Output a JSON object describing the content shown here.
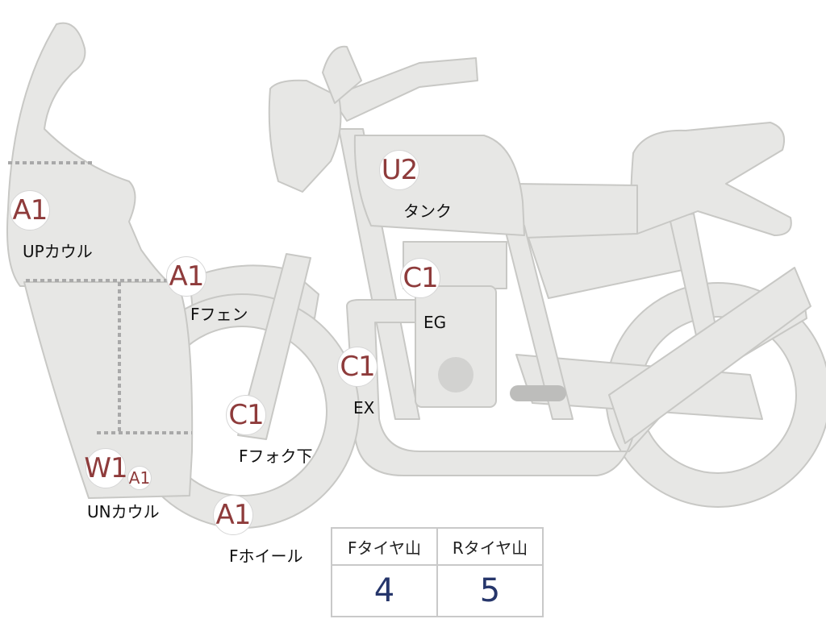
{
  "colors": {
    "body_fill": "#e7e7e5",
    "body_stroke": "#c8c8c5",
    "rating_text": "#8e3b3b",
    "value_text": "#26366b",
    "dotted_line": "#a9a9a9"
  },
  "parts": [
    {
      "id": "up-cowl",
      "grade": "A1",
      "label": "UPカウル"
    },
    {
      "id": "front-fender",
      "grade": "A1",
      "label": "Fフェン"
    },
    {
      "id": "tank",
      "grade": "U2",
      "label": "タンク"
    },
    {
      "id": "engine",
      "grade": "C1",
      "label": "EG"
    },
    {
      "id": "exhaust",
      "grade": "C1",
      "label": "EX"
    },
    {
      "id": "front-fork-lower",
      "grade": "C1",
      "label": "Fフォク下"
    },
    {
      "id": "under-cowl",
      "grade": "W1",
      "grade_extra": "A1",
      "label": "UNカウル"
    },
    {
      "id": "front-wheel",
      "grade": "A1",
      "label": "Fホイール"
    }
  ],
  "tire_table": {
    "front_header": "Fタイヤ山",
    "rear_header": "Rタイヤ山",
    "front_value": "4",
    "rear_value": "5"
  }
}
